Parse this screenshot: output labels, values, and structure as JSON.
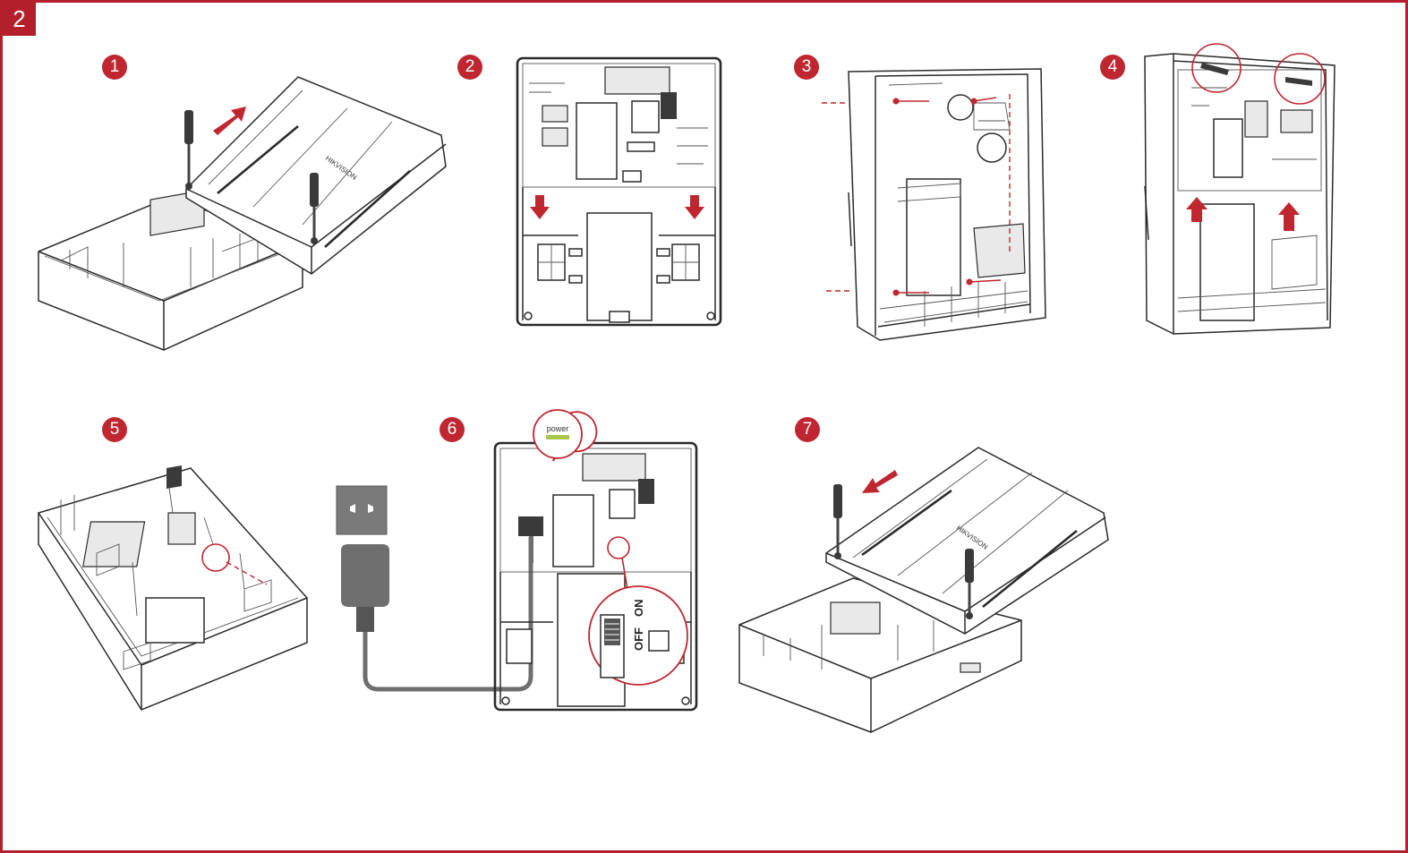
{
  "page": {
    "number": "2"
  },
  "steps": [
    {
      "number": "1"
    },
    {
      "number": "2"
    },
    {
      "number": "3"
    },
    {
      "number": "4"
    },
    {
      "number": "5"
    },
    {
      "number": "6",
      "power_label": "power",
      "switch_off": "OFF",
      "switch_on": "ON"
    },
    {
      "number": "7"
    }
  ],
  "logo_text": "HIKVISION",
  "colors": {
    "accent": "#c0262f",
    "frame": "#b31f2b",
    "power_led": "#a8c64a",
    "line": "#2a2a2a"
  },
  "icons": [
    "screwdriver-icon",
    "arrow-icon",
    "magnifier-circle-icon",
    "power-adapter-icon",
    "wall-socket-icon"
  ]
}
